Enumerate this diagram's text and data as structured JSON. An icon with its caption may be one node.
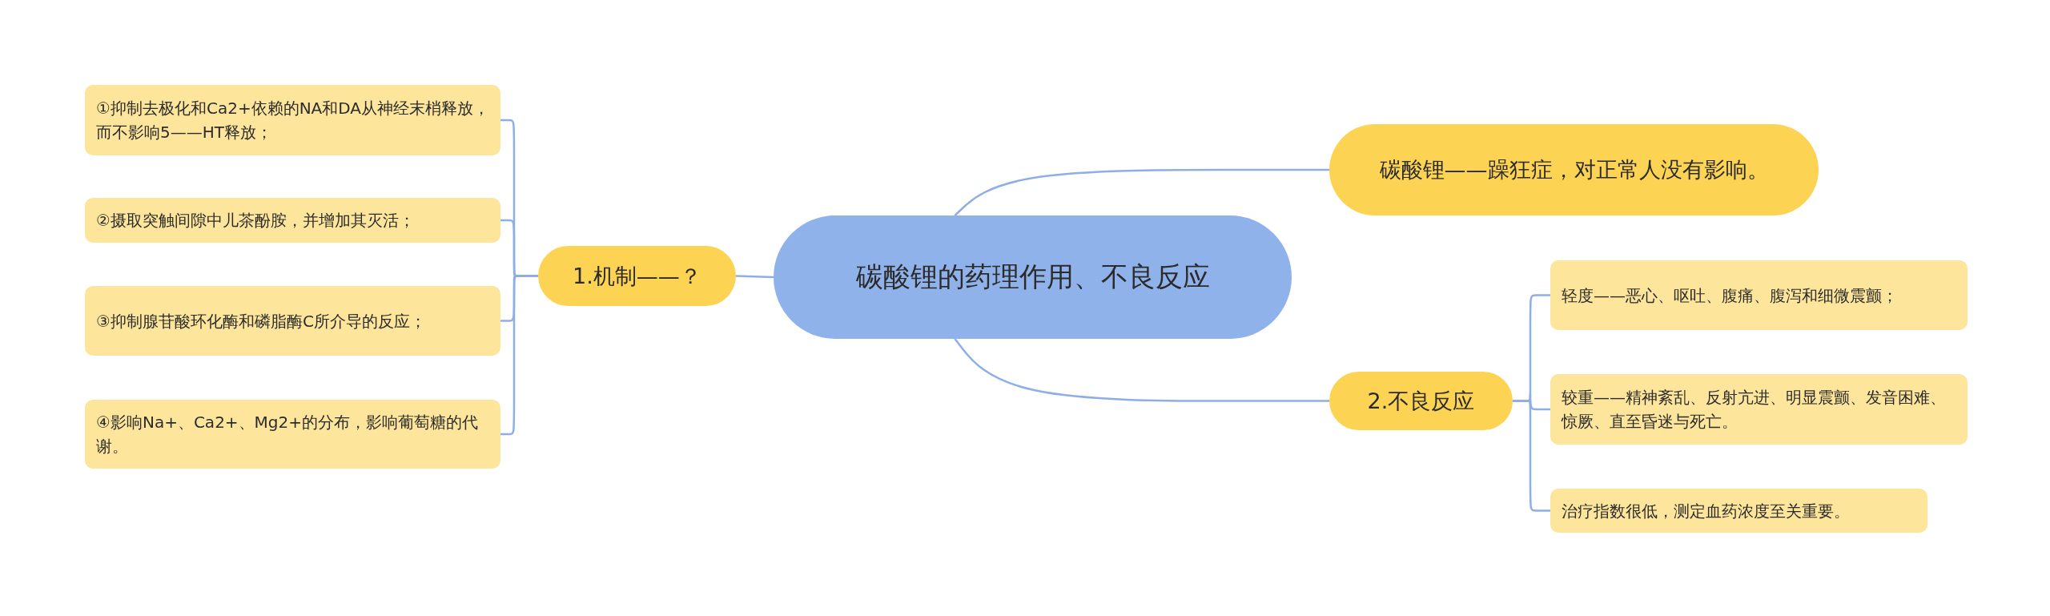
{
  "diagram": {
    "nodes": [
      {
        "text": [
          "碳酸锂的药理作用、不良反应"
        ]
      },
      {
        "text": [
          "1.机制——？"
        ]
      },
      {
        "text": [
          "①抑制去极化和Ca2+依赖的NA和DA从神经末梢释放，而不影响5——HT释放；"
        ]
      },
      {
        "text": [
          "②摄取突触间隙中儿茶酚胺，并增加其灭活；"
        ]
      },
      {
        "text": [
          "③抑制腺苷酸环化酶和磷脂酶C所介导的反应；"
        ]
      },
      {
        "text": [
          "④影响Na+、Ca2+、Mg2+的分布，影响葡萄糖的代谢。"
        ]
      },
      {
        "text": [
          "碳酸锂——躁狂症，对正常人没有影响。"
        ]
      },
      {
        "text": [
          "2.不良反应"
        ]
      },
      {
        "text": [
          "轻度——恶心、呕吐、腹痛、腹泻和细微震颤；"
        ]
      },
      {
        "text": [
          "较重——精神紊乱、反射亢进、明显震颤、发音困难、惊厥、直至昏迷与死亡。"
        ]
      },
      {
        "text": [
          "治疗指数很低，测定血药浓度至关重要。"
        ]
      }
    ],
    "edges": [
      {
        "from": 0,
        "to": 1,
        "arrow": "none"
      },
      {
        "from": 1,
        "to": 2,
        "arrow": "none"
      },
      {
        "from": 1,
        "to": 3,
        "arrow": "none"
      },
      {
        "from": 1,
        "to": 4,
        "arrow": "none"
      },
      {
        "from": 1,
        "to": 5,
        "arrow": "none"
      },
      {
        "from": 0,
        "to": 6,
        "arrow": "none"
      },
      {
        "from": 0,
        "to": 7,
        "arrow": "none"
      },
      {
        "from": 7,
        "to": 8,
        "arrow": "none"
      },
      {
        "from": 7,
        "to": 9,
        "arrow": "none"
      },
      {
        "from": 7,
        "to": 10,
        "arrow": "none"
      }
    ]
  }
}
